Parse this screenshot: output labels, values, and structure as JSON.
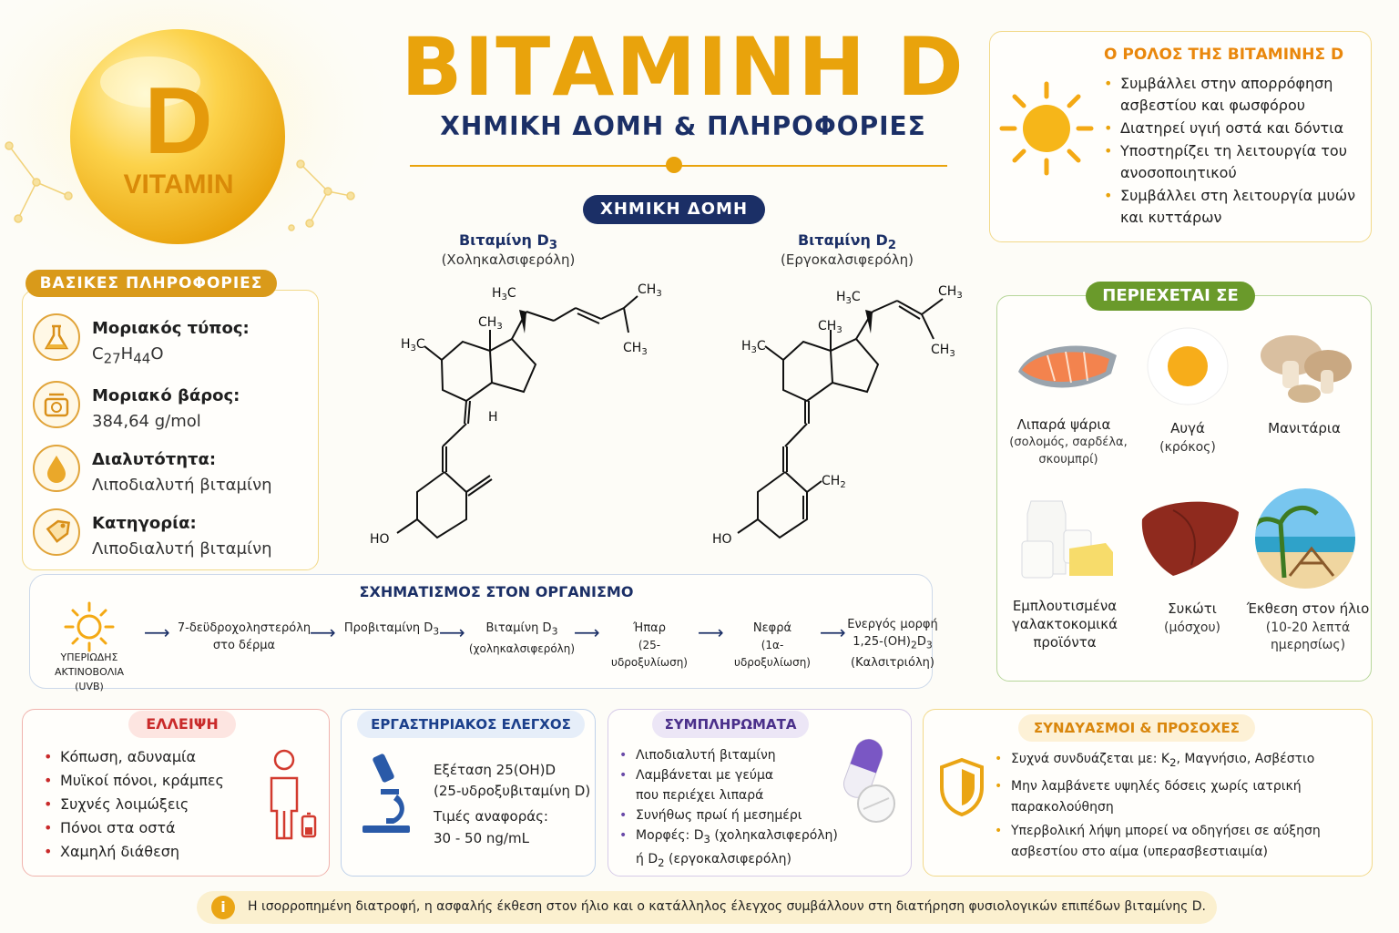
{
  "logo": {
    "letter": "D",
    "word": "VITAMIN"
  },
  "header": {
    "title": "ΒΙΤΑΜΙΝΗ D",
    "subtitle": "ΧΗΜΙΚΗ ΔΟΜΗ & ΠΛΗΡΟΦΟΡΙΕΣ"
  },
  "role": {
    "title": "Ο ΡΟΛΟΣ ΤΗΣ ΒΙΤΑΜΙΝΗΣ D",
    "items": [
      "Συμβάλλει στην απορρόφηση ασβεστίου και φωσφόρου",
      "Διατηρεί υγιή οστά και δόντια",
      "Υποστηρίζει τη λειτουργία του ανοσοποιητικού",
      "Συμβάλλει στη λειτουργία μυών και κυττάρων"
    ]
  },
  "basic": {
    "title": "ΒΑΣΙΚΕΣ ΠΛΗΡΟΦΟΡΙΕΣ",
    "formula_label": "Μοριακός τύπος:",
    "formula": {
      "c": "C",
      "c_sub": "27",
      "h": "H",
      "h_sub": "44",
      "o": "O"
    },
    "weight_label": "Μοριακό βάρος:",
    "weight": "384,64 g/mol",
    "solubility_label": "Διαλυτότητα:",
    "solubility": "Λιποδιαλυτή βιταμίνη",
    "category_label": "Κατηγορία:",
    "category": "Λιποδιαλυτή βιταμίνη"
  },
  "chem": {
    "title": "ΧΗΜΙΚΗ ΔΟΜΗ",
    "d3": {
      "name": "Βιταμίνη D",
      "sub": "3",
      "common": "(Χοληκαλσιφερόλη)"
    },
    "d2": {
      "name": "Βιταμίνη D",
      "sub": "2",
      "common": "(Εργοκαλσιφερόλη)"
    },
    "labels": {
      "h3c": "H3C",
      "ch3": "CH3",
      "h": "H",
      "ho": "HO",
      "ch2": "CH2"
    }
  },
  "sources": {
    "title": "ΠΕΡΙΕΧΕΤΑΙ ΣΕ",
    "items": [
      {
        "name": "Λιπαρά ψάρια",
        "sub": "(σολομός, σαρδέλα, σκουμπρί)"
      },
      {
        "name": "Αυγά",
        "sub": "(κρόκος)"
      },
      {
        "name": "Μανιτάρια",
        "sub": ""
      },
      {
        "name": "Εμπλουτισμένα γαλακτοκομικά προϊόντα",
        "sub": ""
      },
      {
        "name": "Συκώτι",
        "sub": "(μόσχου)"
      },
      {
        "name": "Έκθεση στον ήλιο",
        "sub": "(10-20 λεπτά ημερησίως)"
      }
    ]
  },
  "formation": {
    "title": "ΣΧΗΜΑΤΙΣΜΟΣ ΣΤΟΝ ΟΡΓΑΝΙΣΜΟ",
    "uv": "ΥΠΕΡΙΩΔΗΣ ΑΚΤΙΝΟΒΟΛΙΑ (UVB)",
    "s1a": "7-δεϋδροχοληστερόλη",
    "s1b": "στο δέρμα",
    "s2a": "Προβιταμίνη D",
    "s2sub": "3",
    "s3a": "Βιταμίνη D",
    "s3sub": "3",
    "s3b": "(χοληκαλσιφερόλη)",
    "s4a": "Ήπαρ",
    "s4b": "(25-υδροξυλίωση)",
    "s5a": "Νεφρά",
    "s5b": "(1α-υδροξυλίωση)",
    "s6a": "Ενεργός μορφή",
    "s6b1": "1,25-(OH)",
    "s6bsub1": "2",
    "s6b2": "D",
    "s6bsub2": "3",
    "s6c": "(Καλσιτριόλη)"
  },
  "deficiency": {
    "title": "ΕΛΛΕΙΨΗ",
    "items": [
      "Κόπωση, αδυναμία",
      "Μυϊκοί πόνοι, κράμπες",
      "Συχνές λοιμώξεις",
      "Πόνοι στα οστά",
      "Χαμηλή διάθεση"
    ]
  },
  "lab": {
    "title": "ΕΡΓΑΣΤΗΡΙΑΚΟΣ ΕΛΕΓΧΟΣ",
    "line1": "Εξέταση 25(OH)D",
    "line2": "(25-υδροξυβιταμίνη D)",
    "line3": "Τιμές αναφοράς:",
    "line4": "30 - 50 ng/mL"
  },
  "supplements": {
    "title": "ΣΥΜΠΛΗΡΩΜΑΤΑ",
    "i1": "Λιποδιαλυτή βιταμίνη",
    "i2": "Λαμβάνεται με γεύμα που περιέχει λιπαρά",
    "i3": "Συνήθως πρωί ή μεσημέρι",
    "i4a": "Μορφές: D",
    "i4sub1": "3",
    "i4b": " (χοληκαλσιφερόλη)",
    "i4c": "ή D",
    "i4sub2": "2",
    "i4d": " (εργοκαλσιφερόλη)"
  },
  "combos": {
    "title": "ΣΥΝΔΥΑΣΜΟΙ & ΠΡΟΣΟΧΕΣ",
    "i1a": "Συχνά συνδυάζεται με: K",
    "i1sub": "2",
    "i1b": ", Μαγνήσιο, Ασβέστιο",
    "i2": "Μην λαμβάνετε υψηλές δόσεις χωρίς ιατρική παρακολούθηση",
    "i3": "Υπερβολική λήψη μπορεί να οδηγήσει σε αύξηση ασβεστίου στο αίμα (υπερασβεστιαιμία)"
  },
  "note": {
    "icon": "i",
    "text": "Η ισορροπημένη διατροφή, η ασφαλής έκθεση στον ήλιο και ο κατάλληλος έλεγχος συμβάλλουν στη διατήρηση φυσιολογικών επιπέδων βιταμίνης D."
  },
  "colors": {
    "gold": "#e9a30c",
    "navy": "#1b2f66",
    "green": "#6a9a2b",
    "red": "#c92a2a",
    "purple": "#6a4aa8"
  }
}
